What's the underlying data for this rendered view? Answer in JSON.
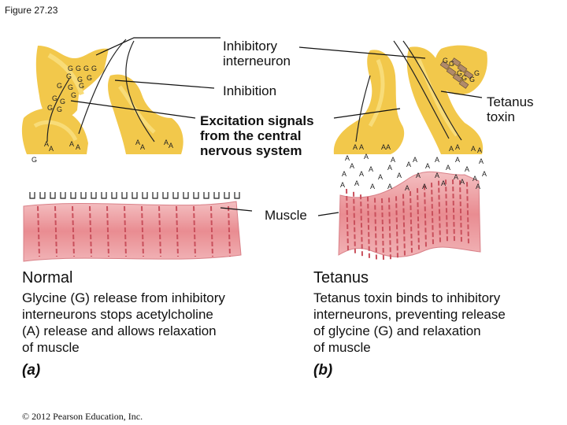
{
  "figure_title": "Figure 27.23",
  "labels": {
    "inhibitory_interneuron": "Inhibitory\ninterneuron",
    "inhibition": "Inhibition",
    "excitation": "Excitation signals\nfrom the central\nnervous system",
    "tetanus_toxin": "Tetanus\ntoxin",
    "muscle": "Muscle"
  },
  "glyphs": {
    "glycine": "G",
    "acetylcholine": "A"
  },
  "panels": {
    "a": {
      "heading": "Normal",
      "description": "Glycine (G) release from inhibitory\ninterneurons stops acetylcholine\n(A) release and allows relaxation\nof muscle",
      "letter": "(a)"
    },
    "b": {
      "heading": "Tetanus",
      "description": "Tetanus toxin binds to inhibitory\ninterneurons, preventing release\nof glycine (G) and relaxation\nof muscle",
      "letter": "(b)"
    }
  },
  "copyright": "© 2012 Pearson Education, Inc.",
  "colors": {
    "neuron": "#f2c84b",
    "neuron_light": "#f8dc78",
    "muscle": "#e98c91",
    "muscle_dark": "#c9505c",
    "muscle_light": "#f4c0c2",
    "toxin": "#b08a6a"
  }
}
